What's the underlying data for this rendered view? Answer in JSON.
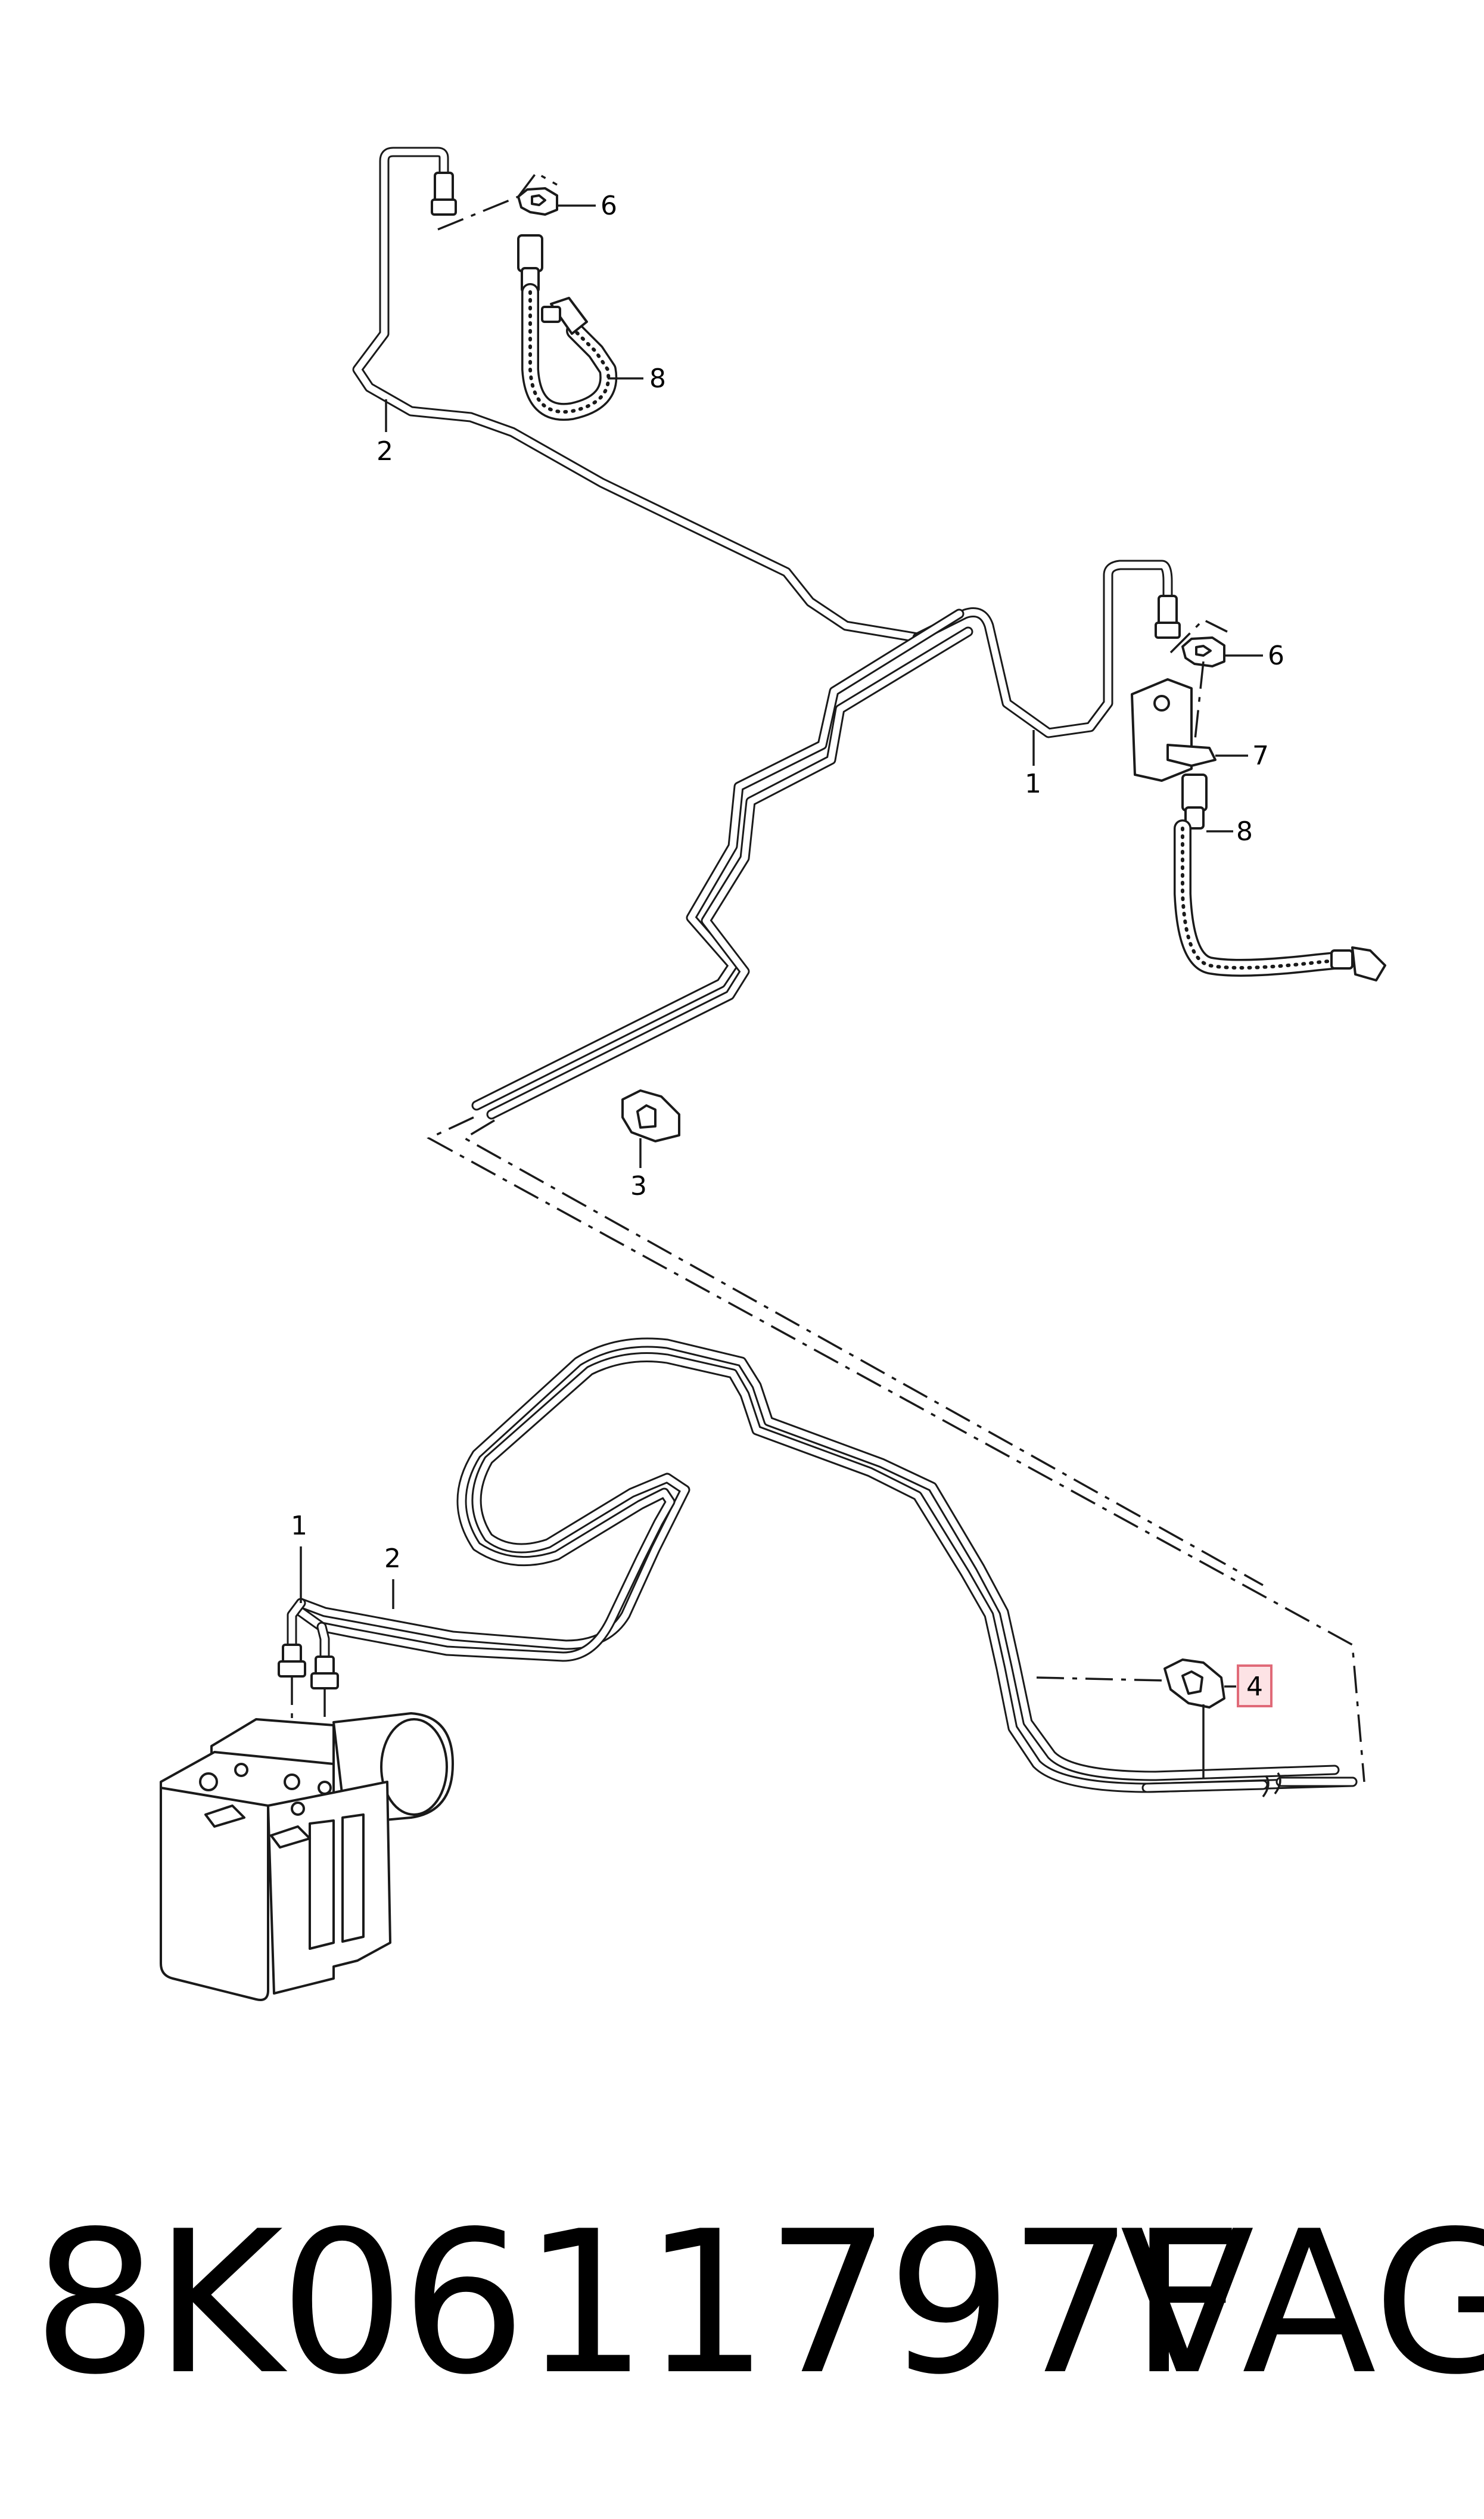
{
  "callouts": [
    {
      "id": "c6-top",
      "label": "6"
    },
    {
      "id": "c8-top",
      "label": "8"
    },
    {
      "id": "c2-top",
      "label": "2"
    },
    {
      "id": "c6-right",
      "label": "6"
    },
    {
      "id": "c7-right",
      "label": "7"
    },
    {
      "id": "c1-mid",
      "label": "1"
    },
    {
      "id": "c8-right",
      "label": "8"
    },
    {
      "id": "c3-mid",
      "label": "3"
    },
    {
      "id": "c1-abs",
      "label": "1"
    },
    {
      "id": "c2-abs",
      "label": "2"
    },
    {
      "id": "c4-highlight",
      "label": "4",
      "highlighted": true
    }
  ],
  "footer": {
    "part_number": "8K0611797F",
    "brand": "VAG"
  },
  "colors": {
    "line": "#1a1a1a",
    "highlight_fill": "#fde3e5",
    "highlight_stroke": "#e06a78"
  }
}
